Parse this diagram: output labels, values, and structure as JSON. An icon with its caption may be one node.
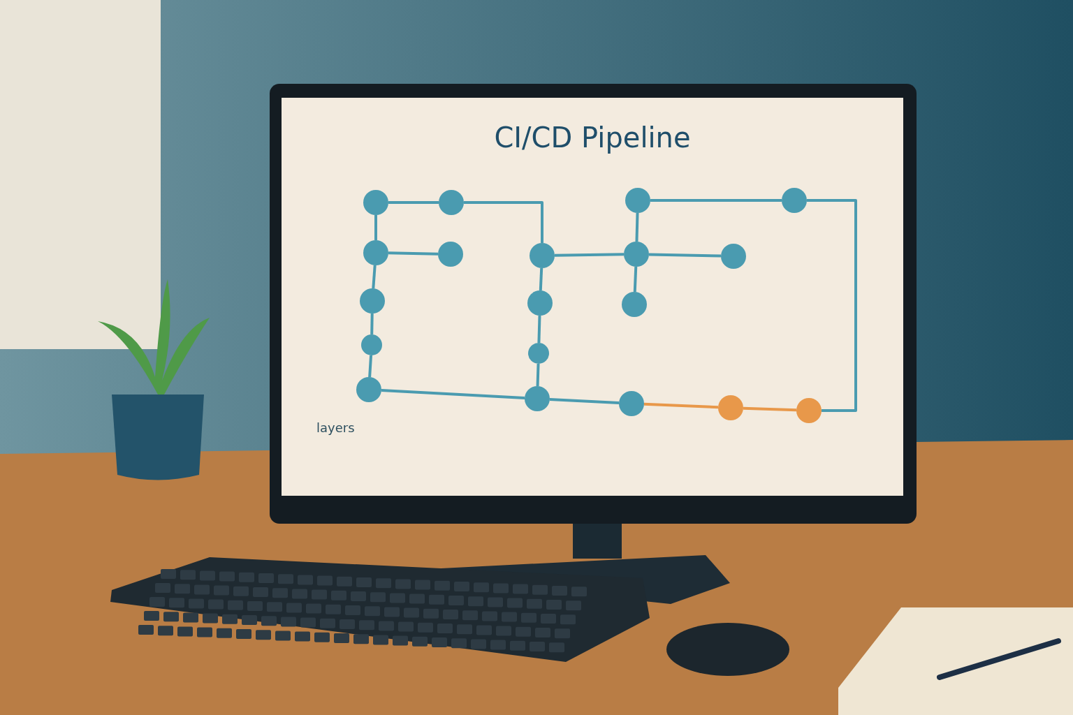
{
  "diagram": {
    "title": "CI/CD Pipeline",
    "nodes": [
      {
        "text": [],
        "shape": "circle"
      },
      {
        "text": [],
        "shape": "circle"
      },
      {
        "text": [],
        "shape": "circle"
      },
      {
        "text": [],
        "shape": "circle"
      },
      {
        "text": [],
        "shape": "circle"
      },
      {
        "text": [],
        "shape": "circle"
      },
      {
        "text": [],
        "shape": "circle"
      },
      {
        "text": [],
        "shape": "circle"
      },
      {
        "text": [],
        "shape": "circle"
      },
      {
        "text": [],
        "shape": "circle"
      },
      {
        "text": [],
        "shape": "circle"
      },
      {
        "text": [],
        "shape": "circle"
      },
      {
        "text": [],
        "shape": "circle"
      },
      {
        "text": [],
        "shape": "circle"
      },
      {
        "text": [],
        "shape": "circle"
      },
      {
        "text": [],
        "shape": "circle"
      },
      {
        "text": [],
        "shape": "circle"
      },
      {
        "text": [],
        "shape": "circle"
      },
      {
        "text": [],
        "shape": "circle"
      }
    ],
    "edges": [
      {
        "from": 0,
        "to": 1,
        "arrow": "none"
      },
      {
        "from": 0,
        "to": 4,
        "arrow": "none"
      },
      {
        "from": 4,
        "to": 5,
        "arrow": "none"
      },
      {
        "from": 4,
        "to": 9,
        "arrow": "none"
      },
      {
        "from": 9,
        "to": 12,
        "arrow": "none"
      },
      {
        "from": 12,
        "to": 14,
        "arrow": "none"
      },
      {
        "from": 14,
        "to": 15,
        "arrow": "none"
      },
      {
        "from": 15,
        "to": 16,
        "arrow": "none"
      },
      {
        "from": 16,
        "to": 17,
        "arrow": "none",
        "color": "#e8984a"
      },
      {
        "from": 17,
        "to": 18,
        "arrow": "none",
        "color": "#e8984a"
      },
      {
        "from": 1,
        "to": 6,
        "arrow": "none"
      },
      {
        "from": 6,
        "to": 7,
        "arrow": "none"
      },
      {
        "from": 2,
        "to": 3,
        "arrow": "none"
      },
      {
        "from": 2,
        "to": 7,
        "arrow": "none"
      },
      {
        "from": 7,
        "to": 8,
        "arrow": "none"
      },
      {
        "from": 7,
        "to": 11,
        "arrow": "none"
      },
      {
        "from": 6,
        "to": 10,
        "arrow": "none"
      },
      {
        "from": 10,
        "to": 13,
        "arrow": "none"
      },
      {
        "from": 13,
        "to": 15,
        "arrow": "none"
      },
      {
        "from": 3,
        "to": 18,
        "arrow": "none"
      }
    ],
    "labels": [
      "layers"
    ]
  }
}
